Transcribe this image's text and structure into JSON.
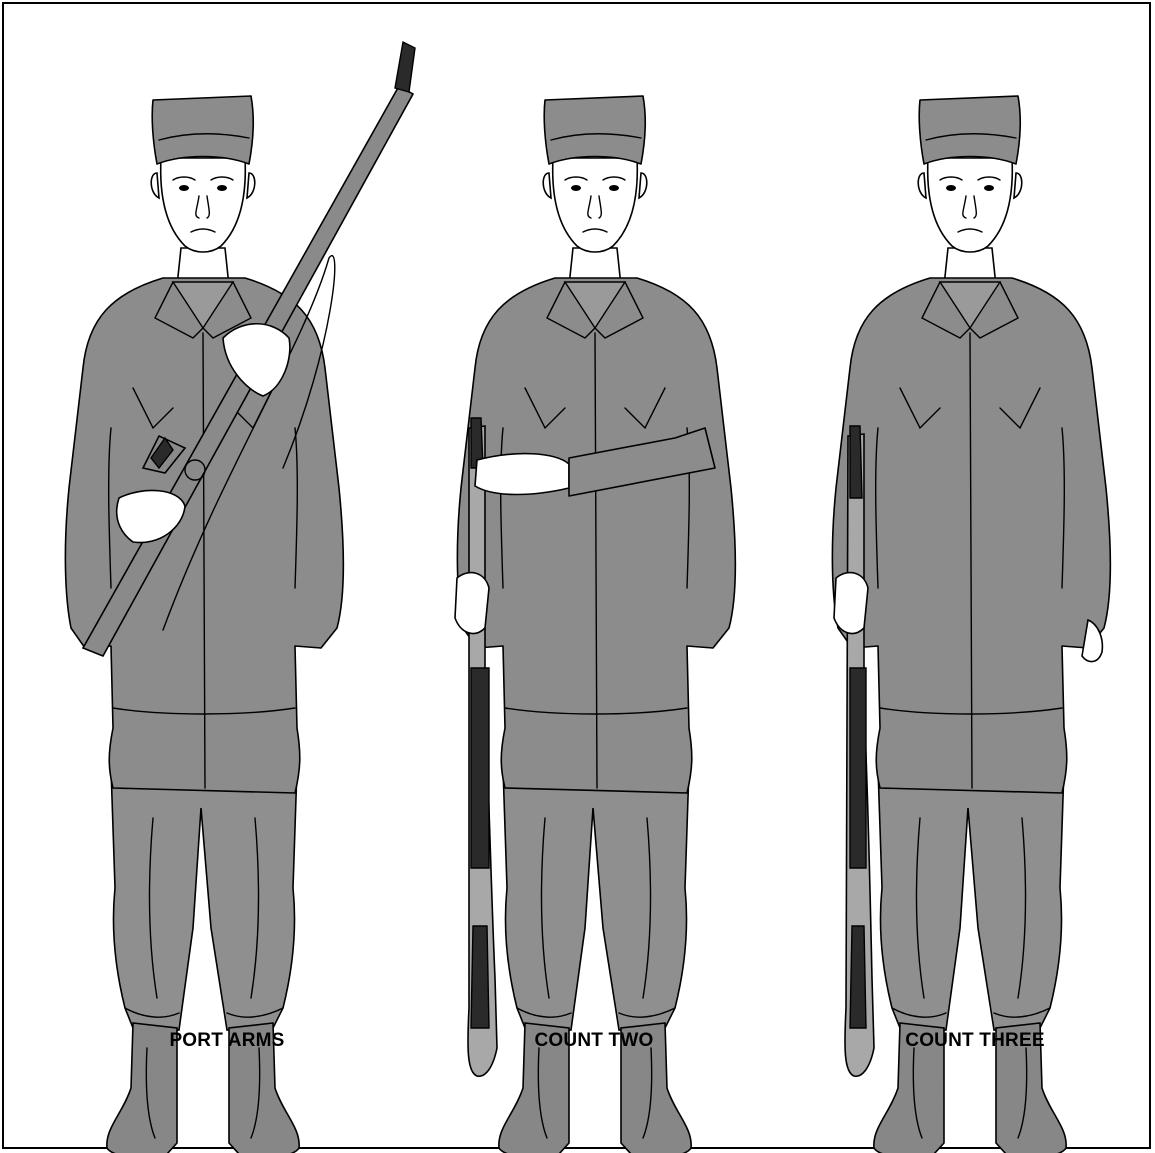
{
  "figures": [
    {
      "caption": "PORT ARMS",
      "pose": "port-arms"
    },
    {
      "caption": "COUNT TWO",
      "pose": "order-hand-across"
    },
    {
      "caption": "COUNT THREE",
      "pose": "order-arms"
    }
  ],
  "colors": {
    "uniform": "#8c8c8c",
    "skin": "#ffffff",
    "rifle_dark": "#2a2a2a",
    "border": "#000000",
    "background": "#ffffff"
  }
}
